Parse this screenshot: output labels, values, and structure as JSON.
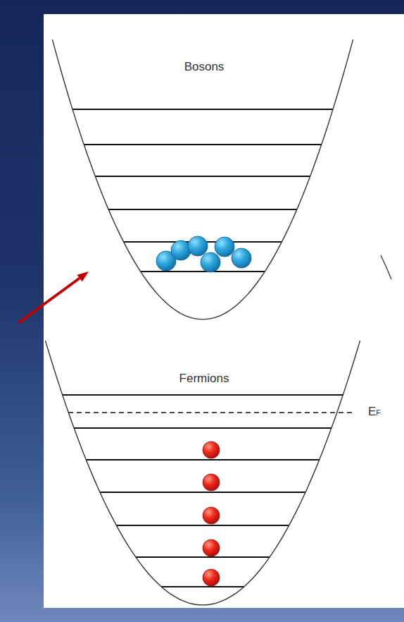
{
  "diagram": {
    "nodes": [
      {
        "text": [
          "Bosons"
        ]
      },
      {
        "text": [
          "Fermions"
        ]
      }
    ],
    "labels": [
      "EF"
    ]
  }
}
